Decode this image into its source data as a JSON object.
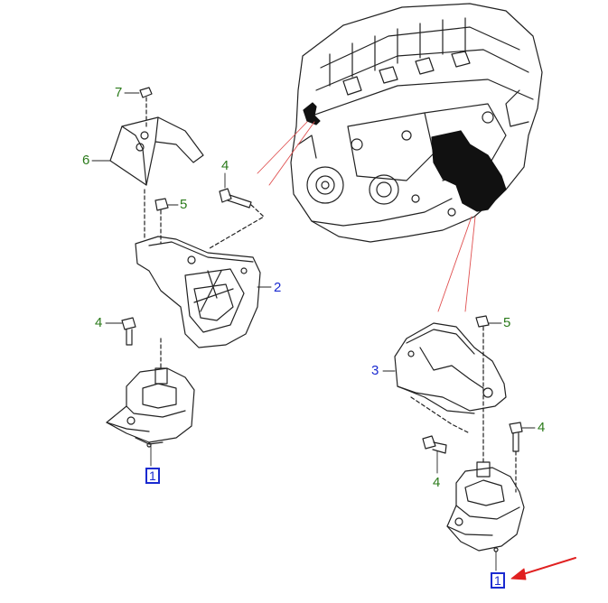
{
  "colors": {
    "callout_green": "#2a7a1a",
    "callout_blue": "#1a2ad0",
    "pointer_red": "#e02020",
    "line_art": "#222222"
  },
  "callouts": {
    "c7": "7",
    "c6": "6",
    "c4_top": "4",
    "c5_top": "5",
    "c2": "2",
    "c4_left": "4",
    "c1_left": "1",
    "c5_right": "5",
    "c3": "3",
    "c4_right": "4",
    "c4_lower": "4",
    "c1_right": "1"
  },
  "icons": {
    "pointer": "red-arrow-icon"
  }
}
